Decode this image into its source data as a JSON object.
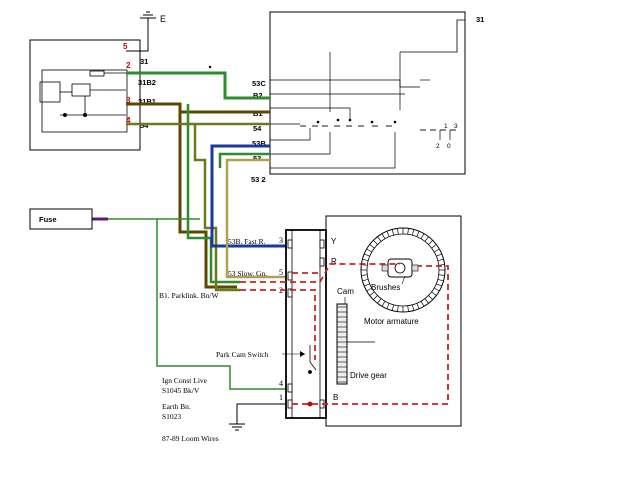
{
  "relay": {
    "ground_label": "E",
    "pin_numbers": [
      "5",
      "2",
      "3",
      "4"
    ],
    "terminal_labels": [
      "31",
      "31B2",
      "31B1",
      "54"
    ]
  },
  "switch": {
    "top_label": "31",
    "terminal_labels": [
      "53C",
      "B2",
      "B1",
      "54",
      "53B",
      "53",
      "53 2"
    ],
    "position_numbers": [
      "1",
      "3",
      "2",
      "0"
    ]
  },
  "fuse": {
    "label": "Fuse"
  },
  "motor": {
    "connector_labels": [
      "53B. Fast R.",
      "53 Slow. Gn.",
      "B1. Parklink. Bn/W"
    ],
    "connector_pins": [
      "3",
      "5",
      "2",
      "4",
      "1"
    ],
    "terminal_letters": [
      "Y",
      "R",
      "B"
    ],
    "park_cam_switch": "Park Cam Switch",
    "ign_line1": "Ign Const Live",
    "ign_line2": "S1045     Bk/V",
    "earth_line1": "Earth          Bn.",
    "earth_line2": "S1023",
    "loom_wires": "87-89 Loom Wires",
    "brushes": "Brushes",
    "cam": "Cam",
    "motor_armature": "Motor armature",
    "drive_gear": "Drive gear"
  },
  "colors": {
    "green": "#2e8b2e",
    "dark_olive": "#5a4a00",
    "olive": "#6b7a1a",
    "blue": "#1a3a9a",
    "khaki": "#b0a050",
    "purple": "#5a1a7a",
    "red_dashed": "#cc2222",
    "pin_red": "#cc0000"
  }
}
